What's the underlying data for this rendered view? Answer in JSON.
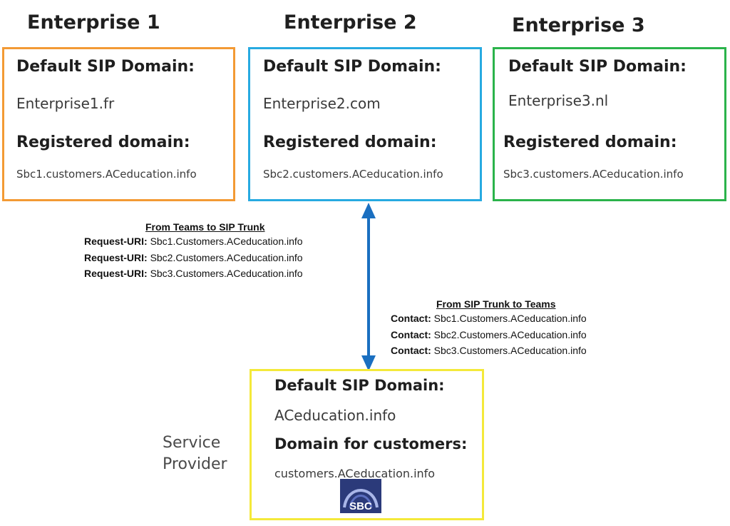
{
  "enterprises": [
    {
      "title": "Enterprise 1",
      "default_sip_label": "Default SIP Domain:",
      "default_sip_value": "Enterprise1.fr",
      "registered_label": "Registered domain:",
      "registered_value": "Sbc1.customers.ACeducation.info",
      "border_color": "#f39a34"
    },
    {
      "title": "Enterprise 2",
      "default_sip_label": "Default SIP Domain:",
      "default_sip_value": "Enterprise2.com",
      "registered_label": "Registered domain:",
      "registered_value": "Sbc2.customers.ACeducation.info",
      "border_color": "#27aae1"
    },
    {
      "title": "Enterprise 3",
      "default_sip_label": "Default SIP Domain:",
      "default_sip_value": "Enterprise3.nl",
      "registered_label": "Registered domain:",
      "registered_value": "Sbc3.customers.ACeducation.info",
      "border_color": "#2bb34b"
    }
  ],
  "teams_to_sip": {
    "title": "From Teams to SIP Trunk",
    "rows": [
      {
        "key": "Request-URI:",
        "value": "Sbc1.Customers.ACeducation.info"
      },
      {
        "key": "Request-URI:",
        "value": "Sbc2.Customers.ACeducation.info"
      },
      {
        "key": "Request-URI:",
        "value": "Sbc3.Customers.ACeducation.info"
      }
    ]
  },
  "sip_to_teams": {
    "title": "From SIP Trunk to Teams",
    "rows": [
      {
        "key": "Contact:",
        "value": "Sbc1.Customers.ACeducation.info"
      },
      {
        "key": "Contact:",
        "value": "Sbc2.Customers.ACeducation.info"
      },
      {
        "key": "Contact:",
        "value": "Sbc3.Customers.ACeducation.info"
      }
    ]
  },
  "service_provider": {
    "label_line1": "Service",
    "label_line2": "Provider",
    "default_sip_label": "Default SIP Domain:",
    "default_sip_value": "ACeducation.info",
    "customers_label": "Domain for customers:",
    "customers_value": "customers.ACeducation.info",
    "border_color": "#f4e93a",
    "logo_text": "SBC"
  },
  "arrow_color": "#1a6fc0"
}
